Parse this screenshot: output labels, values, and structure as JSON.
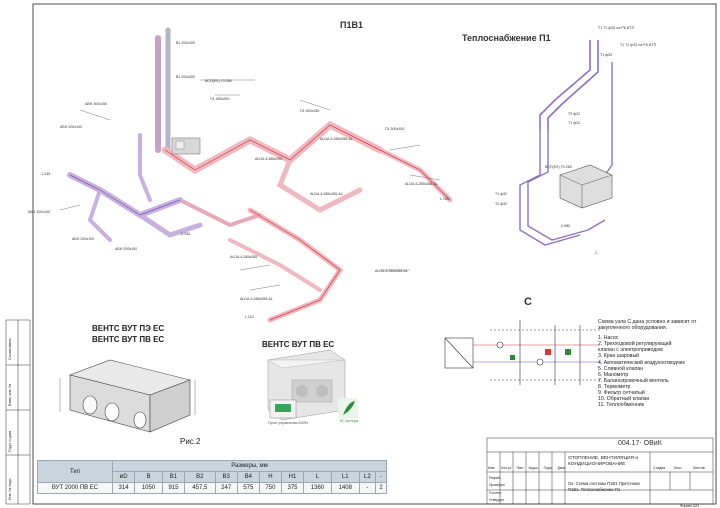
{
  "drawing": {
    "plan_title": "П1В1",
    "heat_title": "Теплоснабжение П1",
    "node_label": "С",
    "heat_top_note": "Т1 Т2 ф32 на РК ИТП"
  },
  "legend": {
    "header": "Схема узла С дана условно и зависит от закупленного оборудования.",
    "items": [
      "1.   Насос",
      "2.   Трехходовой регулирующий",
      "      клапан с электроприводом",
      "3.   Кран шаровый",
      "4.   Автоматический воздухоотводчик",
      "5.   Сливной клапан",
      "6.   Манометр",
      "7.   Балансировочный вентиль",
      "8.   Термометр",
      "9.   Фильтр сетчатый",
      "10. Обратный клапан",
      "11. Теплообменник"
    ]
  },
  "products": {
    "left_title_1": "ВЕНТС ВУТ ПЭ ЕС",
    "left_title_2": "ВЕНТС ВУТ ПВ ЕС",
    "right_title": "ВЕНТС ВУТ ПВ ЕС",
    "figure_caption": "Рис.2",
    "controller_caption": "Пульт управления А9/R9",
    "eco_label": "EC-моторы"
  },
  "dim_table": {
    "col_type": "Тип",
    "col_sizes": "Размеры, мм",
    "subheaders": [
      "øD",
      "B",
      "B1",
      "B2",
      "B3",
      "B4",
      "H",
      "H1",
      "L",
      "L1",
      "L2",
      "-"
    ],
    "row": [
      "ВУТ 2000 ПВ ЕС",
      "314",
      "1050",
      "915",
      "457,5",
      "247",
      "575",
      "750",
      "375",
      "1360",
      "1408",
      "-",
      "2"
    ]
  },
  "stamp": {
    "code": "004.17- ОВиК",
    "title_1": "ОТОПЛЕНИЕ, ВЕНТИЛЯЦИЯ и",
    "title_2": "КОНДИЦИОНИРОВАНИЕ",
    "sheet_1": "Ох. Схема системы П1В1 Приточная",
    "sheet_2": "П1В1. Теплоснабжение П1",
    "col_stage": "Стадия",
    "col_sheet": "Лист",
    "col_sheets": "Листов",
    "row_labels": [
      "Изм.",
      "Кол.уч",
      "Лист",
      "№док.",
      "Подп.",
      "Дата"
    ],
    "role_1": "Разраб.",
    "role_2": "Проверил",
    "role_3": "Н.контр.",
    "role_4": "Утвердил",
    "format": "Формат А24"
  },
  "side": {
    "labels": [
      "Инв. № подл.",
      "Подп. и дата",
      "Взам. инв. №",
      "Согласовано"
    ]
  },
  "chart_data": {
    "type": "table",
    "title": "Размеры, мм",
    "columns": [
      "Тип",
      "øD",
      "B",
      "B1",
      "B2",
      "B3",
      "B4",
      "H",
      "H1",
      "L",
      "L1",
      "L2",
      "-"
    ],
    "rows": [
      [
        "ВУТ 2000 ПВ ЕС",
        "314",
        "1050",
        "915",
        "457,5",
        "247",
        "575",
        "750",
        "375",
        "1360",
        "1408",
        "-",
        "2"
      ]
    ]
  }
}
